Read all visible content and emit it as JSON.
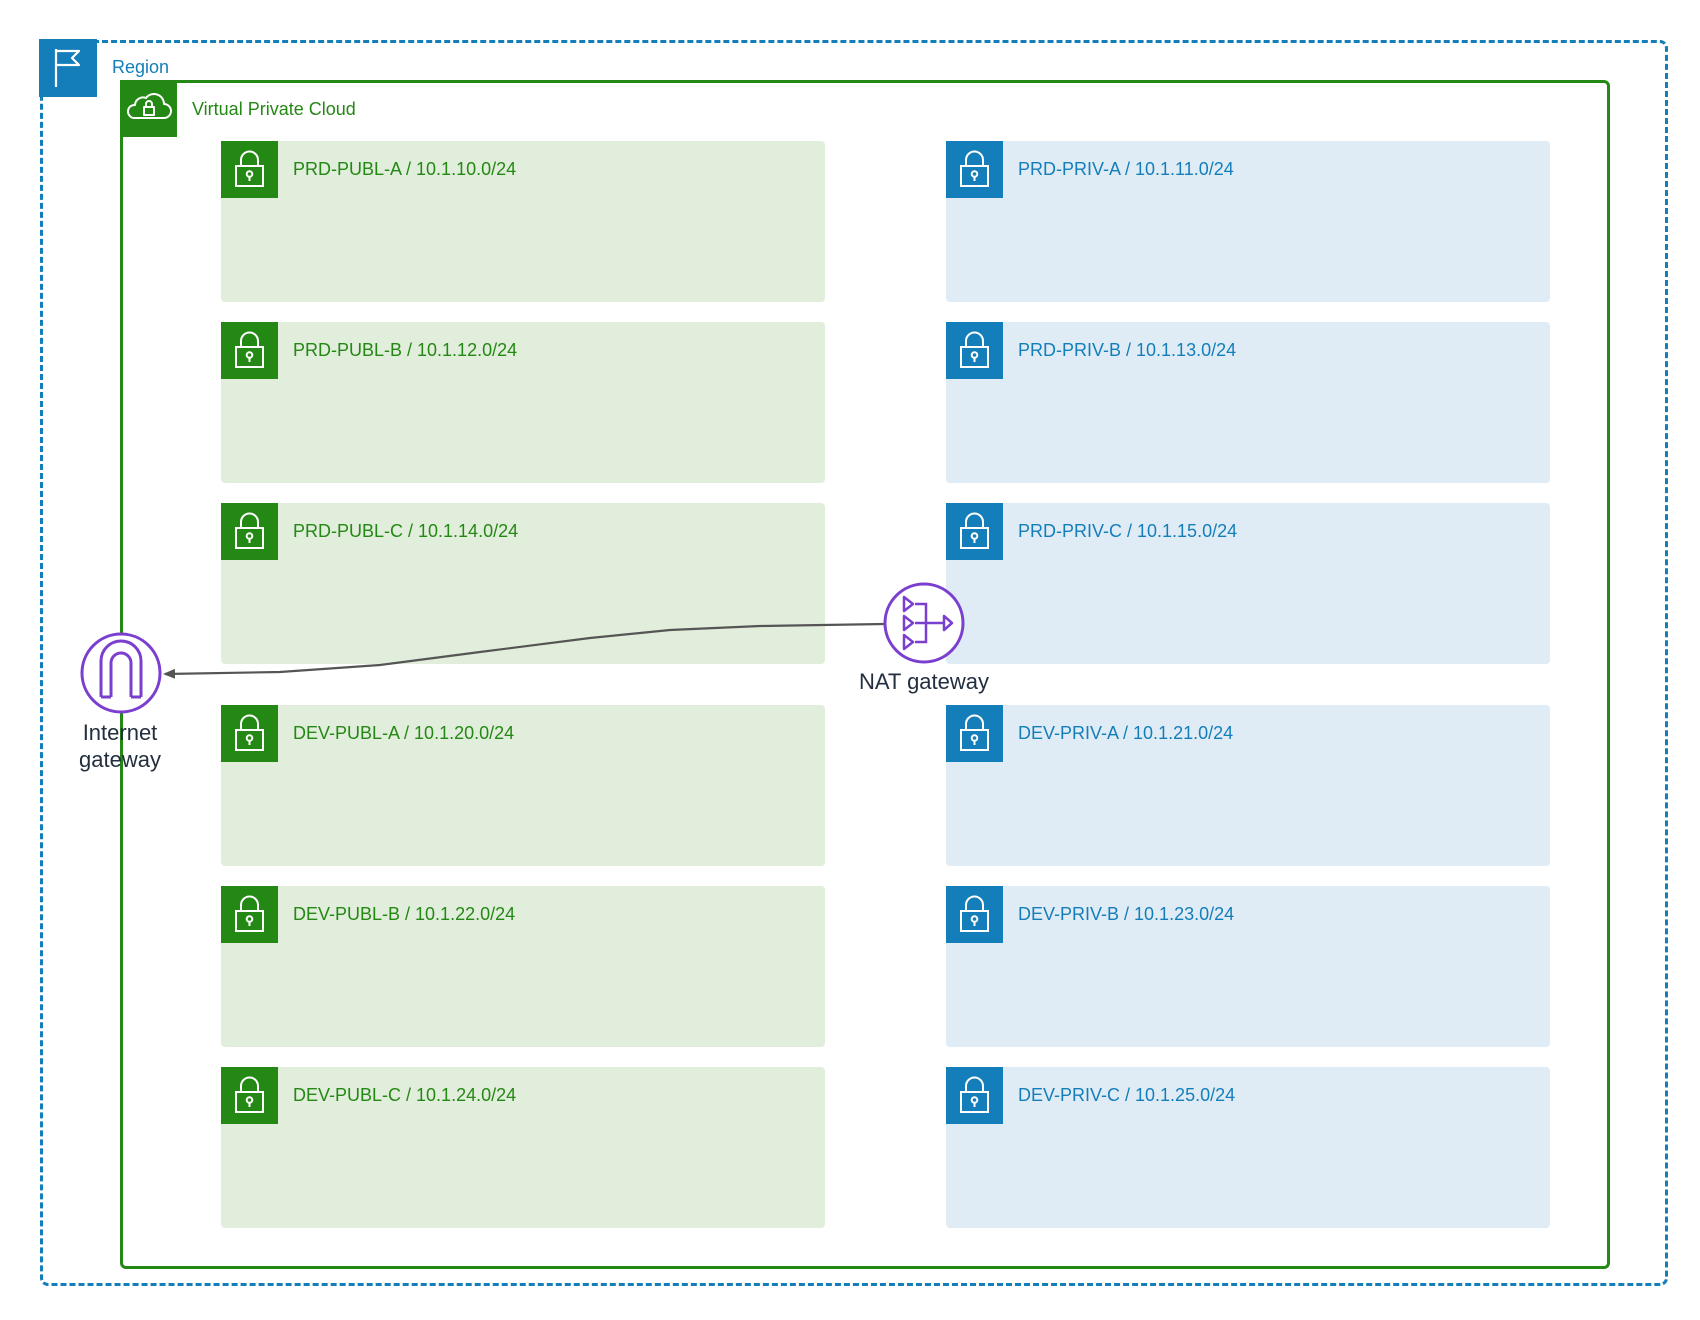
{
  "colors": {
    "region": "#147eba",
    "vpc": "#248814",
    "public_fill": "#e1eedb",
    "private_fill": "#dfecf5",
    "public_text": "#248814",
    "private_text": "#147eba",
    "gateway": "#7b3fd0",
    "edge": "#555555",
    "label_dark": "#232f3e"
  },
  "region": {
    "label": "Region",
    "icon": "flag-icon"
  },
  "vpc": {
    "label": "Virtual Private Cloud",
    "icon": "cloud-lock-icon"
  },
  "subnets": {
    "public": [
      {
        "label": "PRD-PUBL-A / 10.1.10.0/24"
      },
      {
        "label": "PRD-PUBL-B / 10.1.12.0/24"
      },
      {
        "label": "PRD-PUBL-C / 10.1.14.0/24"
      },
      {
        "label": "DEV-PUBL-A / 10.1.20.0/24"
      },
      {
        "label": "DEV-PUBL-B / 10.1.22.0/24"
      },
      {
        "label": "DEV-PUBL-C / 10.1.24.0/24"
      }
    ],
    "private": [
      {
        "label": "PRD-PRIV-A / 10.1.11.0/24"
      },
      {
        "label": "PRD-PRIV-B / 10.1.13.0/24"
      },
      {
        "label": "PRD-PRIV-C / 10.1.15.0/24"
      },
      {
        "label": "DEV-PRIV-A / 10.1.21.0/24"
      },
      {
        "label": "DEV-PRIV-B / 10.1.23.0/24"
      },
      {
        "label": "DEV-PRIV-C / 10.1.25.0/24"
      }
    ],
    "icon": "padlock-icon"
  },
  "gateways": {
    "internet": {
      "label_line1": "Internet",
      "label_line2": "gateway",
      "icon": "internet-gateway-icon"
    },
    "nat": {
      "label": "NAT gateway",
      "icon": "nat-gateway-icon"
    }
  },
  "edges": [
    {
      "from": "NAT gateway",
      "to": "Internet gateway",
      "arrow": "end"
    }
  ]
}
